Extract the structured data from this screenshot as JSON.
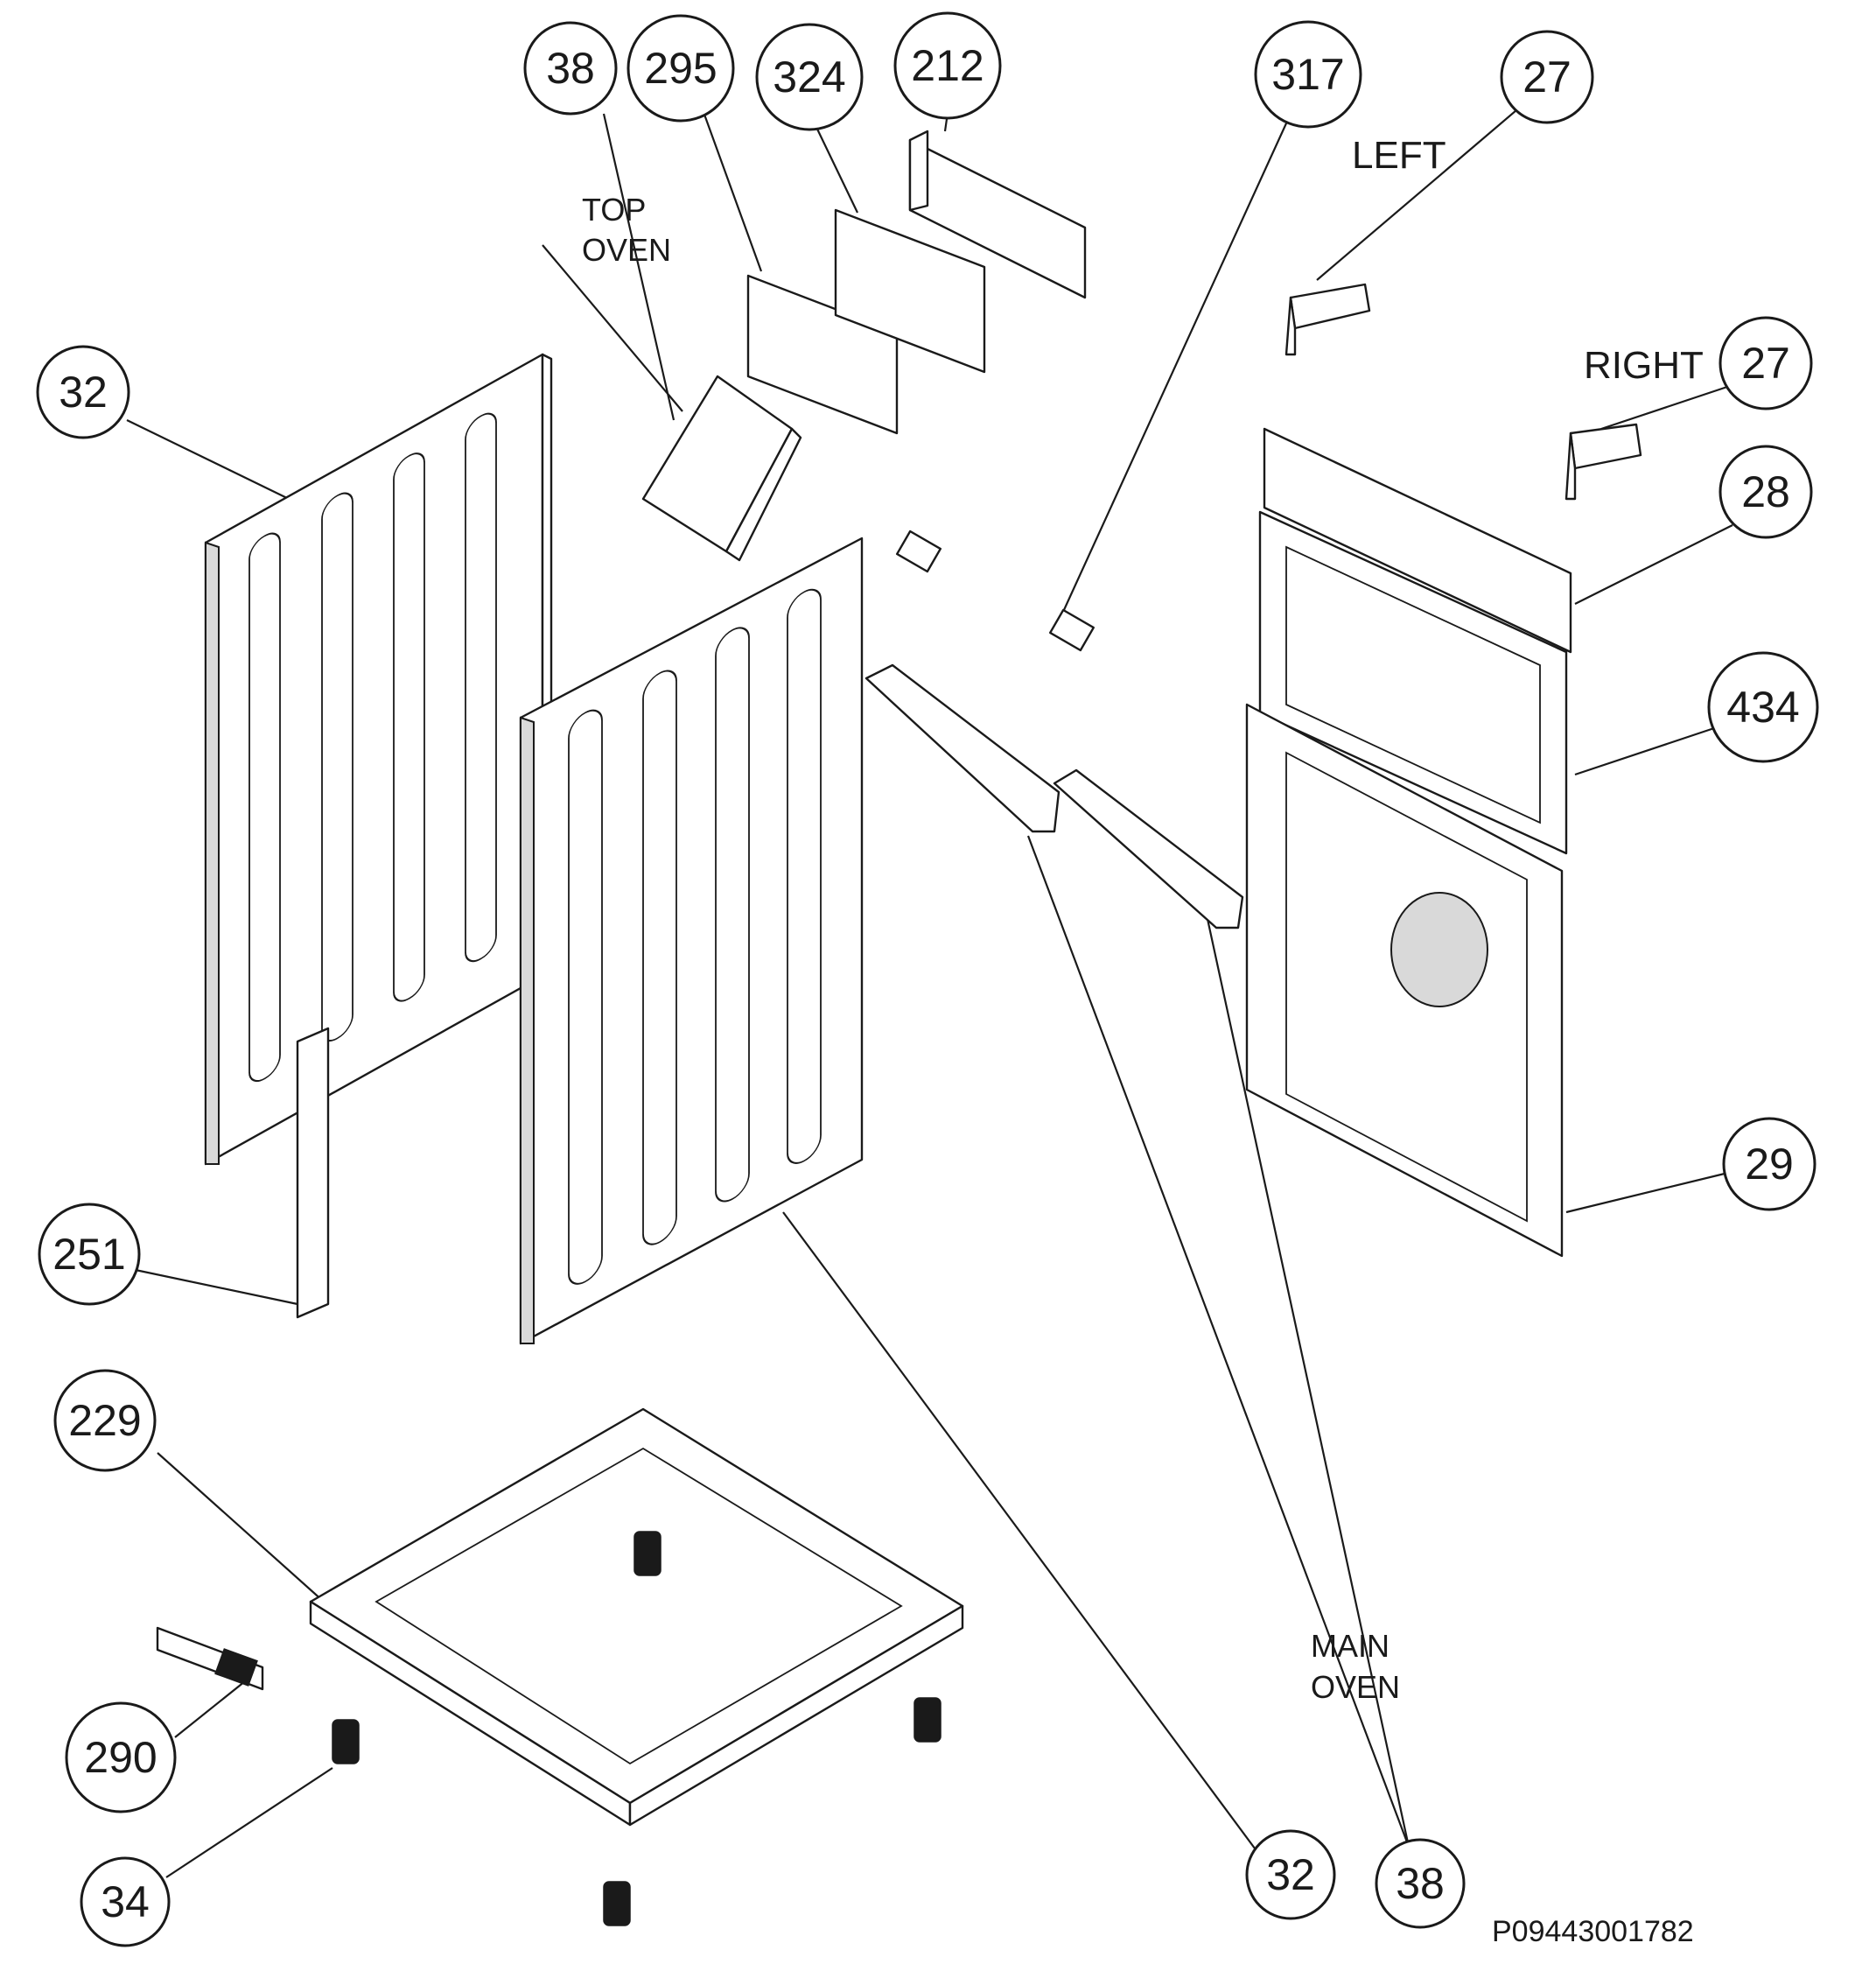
{
  "callouts": [
    {
      "id": "c38-top",
      "label": "38"
    },
    {
      "id": "c295",
      "label": "295"
    },
    {
      "id": "c324",
      "label": "324"
    },
    {
      "id": "c212",
      "label": "212"
    },
    {
      "id": "c317",
      "label": "317"
    },
    {
      "id": "c27-left",
      "label": "27"
    },
    {
      "id": "c27-right",
      "label": "27"
    },
    {
      "id": "c32-left",
      "label": "32"
    },
    {
      "id": "c28",
      "label": "28"
    },
    {
      "id": "c434",
      "label": "434"
    },
    {
      "id": "c29",
      "label": "29"
    },
    {
      "id": "c251",
      "label": "251"
    },
    {
      "id": "c229",
      "label": "229"
    },
    {
      "id": "c290",
      "label": "290"
    },
    {
      "id": "c34",
      "label": "34"
    },
    {
      "id": "c32-bottom",
      "label": "32"
    },
    {
      "id": "c38-bottom",
      "label": "38"
    }
  ],
  "notes": {
    "top_oven_line1": "TOP",
    "top_oven_line2": "OVEN",
    "left": "LEFT",
    "right": "RIGHT",
    "main_oven_line1": "MAIN",
    "main_oven_line2": "OVEN"
  },
  "drawing_code": "P09443001782"
}
